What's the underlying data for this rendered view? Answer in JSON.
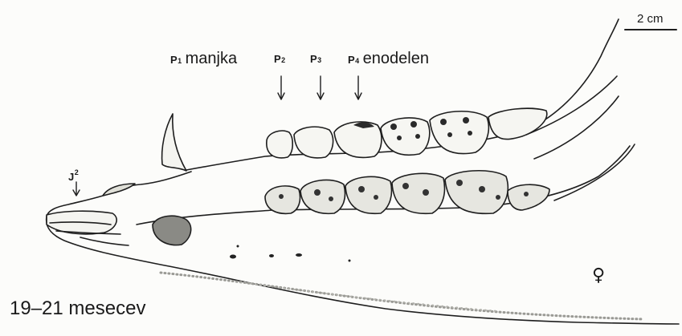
{
  "scale": {
    "label": "2 cm"
  },
  "labels": {
    "p1": {
      "letter": "P",
      "num": "1",
      "word": "manjka"
    },
    "p2": {
      "letter": "P",
      "num": "2"
    },
    "p3": {
      "letter": "P",
      "num": "3"
    },
    "p4": {
      "letter": "P",
      "num": "4",
      "word": "enodelen"
    },
    "j2": {
      "letter": "J",
      "num": "2"
    },
    "sex_symbol": "♀",
    "age": "19–21 mesecev"
  }
}
